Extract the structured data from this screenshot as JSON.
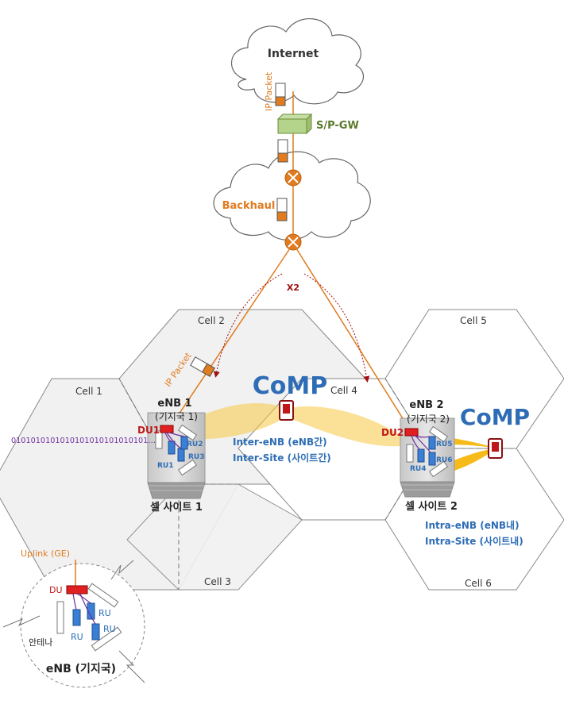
{
  "labels": {
    "internet": "Internet",
    "ip_packet_top": "IP Packet",
    "spgw": "S/P-GW",
    "backhaul": "Backhaul",
    "x2": "X2",
    "ip_packet_mid": "IP Packet",
    "comp_center": "CoMP",
    "comp_right": "CoMP",
    "cell1": "Cell 1",
    "cell2": "Cell 2",
    "cell3": "Cell 3",
    "cell4": "Cell 4",
    "cell5": "Cell 5",
    "cell6": "Cell 6",
    "enb1_name": "eNB 1",
    "enb1_sub": "(기지국 1)",
    "enb2_name": "eNB 2",
    "enb2_sub": "(기지국 2)",
    "du1": "DU1",
    "du2": "DU2",
    "ru1": "RU1",
    "ru2": "RU2",
    "ru3": "RU3",
    "ru4": "RU4",
    "ru5": "RU5",
    "ru6": "RU6",
    "bitstream": "0101010101010101010101010101…",
    "inter_enb": "Inter-eNB (eNB간)",
    "inter_site": "Inter-Site (사이트간)",
    "intra_enb": "Intra-eNB (eNB내)",
    "intra_site": "Intra-Site (사이트내)",
    "cellsite1": "셀 사이트 1",
    "cellsite2": "셀 사이트 2",
    "uplink": "Uplink (GE)",
    "legend_du": "DU",
    "legend_ru_a": "RU",
    "legend_ru_b": "RU",
    "legend_ru_c": "RU",
    "legend_antenna": "안테나",
    "legend_enb": "eNB (기지국)"
  },
  "colors": {
    "orange": "#e07b1f",
    "green": "#5a7a2a",
    "blue": "#2e6db5",
    "darkred": "#a01010",
    "red": "#e02020",
    "purple": "#7030a0",
    "gold": "#f5c842",
    "hex_gray": "#f1f1f1"
  },
  "icons": [
    "cloud-icon",
    "router-icon",
    "gateway-icon",
    "packet-icon",
    "phone-icon",
    "du-icon",
    "ru-icon",
    "antenna-icon",
    "tower-icon"
  ]
}
